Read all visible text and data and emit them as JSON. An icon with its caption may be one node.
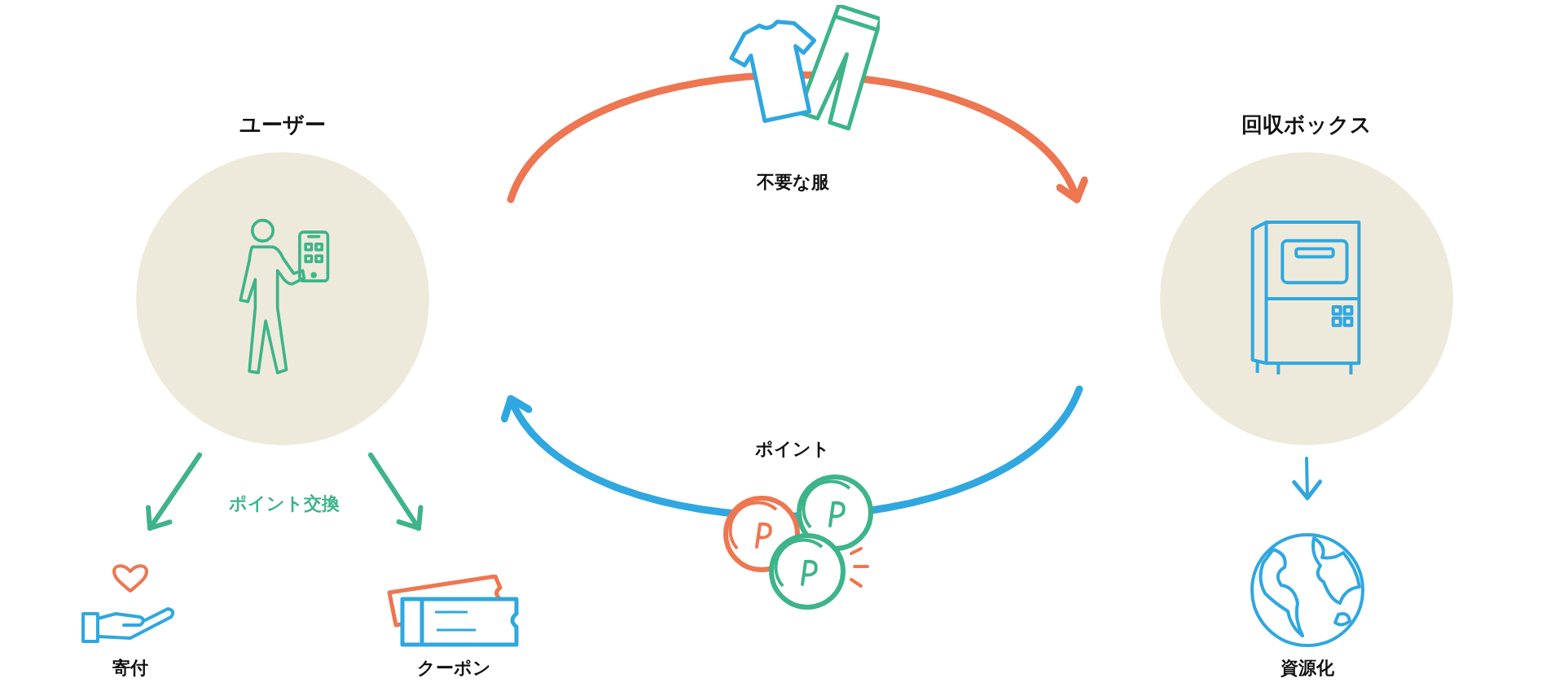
{
  "diagram": {
    "nodes": [
      {
        "text": [
          "ユーザー"
        ]
      },
      {
        "text": [
          "回収ボックス"
        ]
      },
      {
        "text": [
          "寄付"
        ]
      },
      {
        "text": [
          "クーポン"
        ]
      },
      {
        "text": [
          "資源化"
        ]
      }
    ],
    "edges": [
      {
        "from": 0,
        "to": 1,
        "arrow": "to",
        "color": "#ee7650"
      },
      {
        "from": 1,
        "to": 0,
        "arrow": "to",
        "label": "ポイント",
        "color": "#2fa7e0"
      },
      {
        "from": 0,
        "to": 2,
        "arrow": "to",
        "color": "#3db489"
      },
      {
        "from": 0,
        "to": 3,
        "arrow": "to",
        "color": "#3db489"
      },
      {
        "from": 1,
        "to": 4,
        "arrow": "to",
        "color": "#2fa7e0"
      }
    ],
    "labels": [
      "不要な服",
      "ポイント交換"
    ]
  }
}
